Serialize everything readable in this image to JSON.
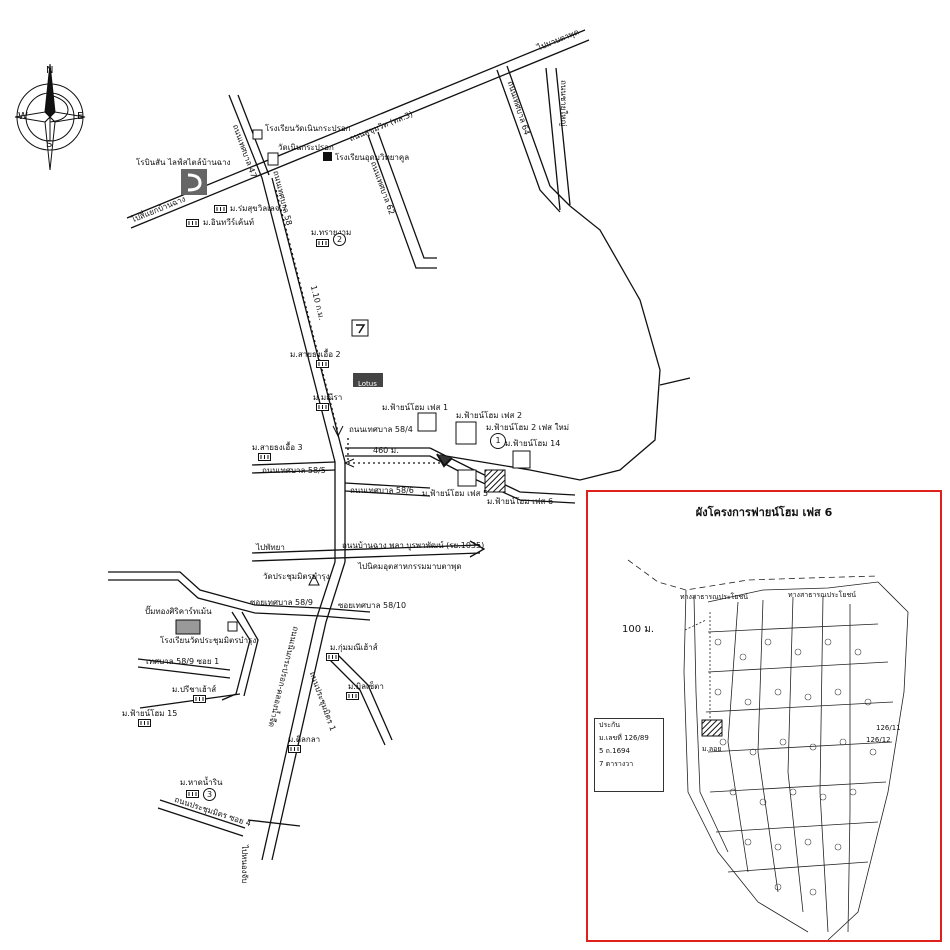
{
  "compass": {
    "n": "N",
    "s": "S",
    "e": "E",
    "w": "W"
  },
  "labels": {
    "sukhumvit": "ถนนสุขุมวิท (ทล.3)",
    "to_ban_chang_market": "ไปสี่แยกบ้านฉาง",
    "to_map_ta_phut": "ไปมาบตาพุด",
    "tesaban64": "ถนนเทศบาล 64",
    "prachaophai": "ถนนชายใหญ่",
    "tesaban47": "ถนนเทศบาล 47",
    "tesaban58": "ถนนเทศบาล 58",
    "tesaban62": "ถนนเทศบาล 62",
    "school_wat": "โรงเรียนวัดเนินกระปรอก",
    "wat": "วัดเนินกระปรอก",
    "school_ud": "โรงเรียนอุดมวิทยาคูล",
    "robinson": "โรบินสัน ไลฟ์สไตล์บ้านฉาง",
    "m_romsuk": "ม.ร่มสุขวิลเลจ 7",
    "m_intaravet": "ม.อินทวีร์เค้นท์",
    "m_thanwan": "ม.ทรายงาม",
    "dist_1km": "1.10 ก.ม.",
    "m_saithong2": "ม.สายธงเอื้อ 2",
    "lotus": "Lotus",
    "m_mira": "ม.มณีรา",
    "m_phase1": "ม.ฟ้ายน์โฮม เฟส 1",
    "m_phase2": "ม.ฟ้ายน์โฮม เฟส 2",
    "m_phase2new": "ม.ฟ้ายน์โฮม 2 เฟส ใหม่",
    "m_14": "ม.ฟ้ายน์โฮม 14",
    "tesaban584": "ถนนเทศบาล 58/4",
    "dist_460": "460 ม.",
    "m_saithong3": "ม.สายธงเอื้อ 3",
    "tesaban585": "ถนนเทศบาล 58/5",
    "m_phase5": "ม.ฟ้ายน์โฮม เฟส 5",
    "m_phase6": "ม.ฟ้ายน์โฮม เฟส 6",
    "tesaban586": "ถนนเทศบาล 58/6",
    "to_pattaya": "ไปพัทยา",
    "banchang_road": "ถนนบ้านฉาง พลา บูรพาพัฒน์ (รย.1035)",
    "to_industrial": "ไปนิคมอุตสาหกรรมมาบตาพุด",
    "wat_prachum": "วัดประชุมมิตรบำรุง",
    "soi589": "ซอยเทศบาล 58/9",
    "soi5810": "ซอยเทศบาล 58/10",
    "gas": "ปั๊มทองศิริคาร์ทเม้น",
    "school_prachum": "โรงเรียนวัดประชุมมิตรบำรุง",
    "soi1": "เทศบาล 58/9 ซอย 1",
    "m_kummani": "ม.กุ่มมณีเฮ้าส์",
    "noenkrapok_road": "ถนนเนินกระปรอก-คลองน้ำจืด",
    "m_pridsa": "ม.ปรีชาเฮ้าส์",
    "prachummit1": "ถนนประชุมมิตร 1",
    "m_miracle": "ม.มิลเซ็ตา",
    "m_15": "ม.ฟ้ายน์โฮม 15",
    "m_dilok": "ม.ดิลกลา",
    "m_chanburi": "ม.หาดน้ำริน",
    "prachummit4": "ถนนประชุมมิตร ซอย 4",
    "to_nongchap": "ไปหนองจับ"
  },
  "markers": {
    "c1": "1",
    "c2": "2",
    "c3": "3"
  },
  "inset": {
    "title": "ผังโครงการฟายน์โฮม เฟส 6",
    "distance": "100 ม.",
    "road_top": "ทางสาธารณประโยชน์",
    "road_right": "ทางสาธารณประโยชน์",
    "lot_a": "126/11",
    "lot_b": "126/12",
    "lot_road": "ม.ลอย",
    "info_lines": [
      "ประกัน",
      "ม.เลขที่ 126/89",
      "5 ถ.1694",
      "7 ตารางวา"
    ]
  },
  "colors": {
    "frame": "#e0201c",
    "road": "#111111"
  }
}
